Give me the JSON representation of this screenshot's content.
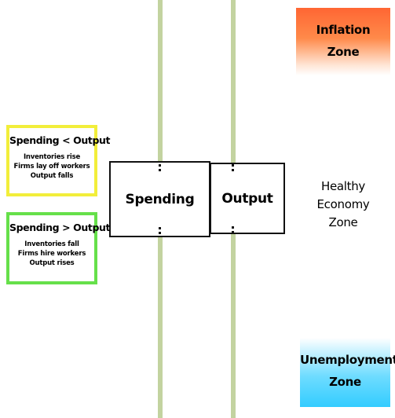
{
  "colors": {
    "rail": "#c3d3a0",
    "inflation_zone": "#ff6633",
    "unemployment_zone": "#33ccff",
    "spending_less_border": "#f2ee3a",
    "spending_more_border": "#66e04a"
  },
  "boxes": {
    "spending": "Spending",
    "output": "Output"
  },
  "zones": {
    "inflation": [
      "Inflation",
      "Zone"
    ],
    "healthy": [
      "Healthy",
      "Economy",
      "Zone"
    ],
    "unemployment": [
      "Unemployment",
      "Zone"
    ]
  },
  "cards": {
    "spending_less": {
      "title": "Spending < Output",
      "lines": [
        "Inventories rise",
        "Firms lay off workers",
        "Output falls"
      ]
    },
    "spending_more": {
      "title": "Spending > Output",
      "lines": [
        "Inventories fall",
        "Firms hire workers",
        "Output rises"
      ]
    }
  }
}
